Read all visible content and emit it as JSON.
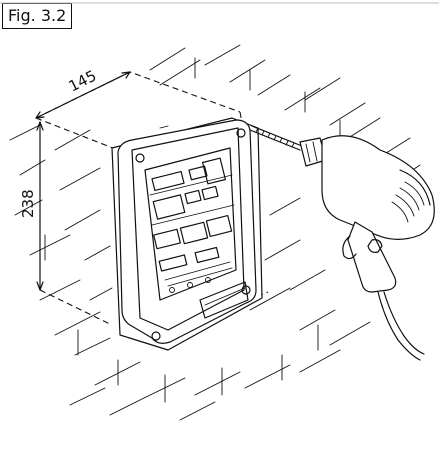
{
  "figure": {
    "label": "Fig. 3.2"
  },
  "dimensions": {
    "width_label": "145",
    "height_label": "238"
  }
}
